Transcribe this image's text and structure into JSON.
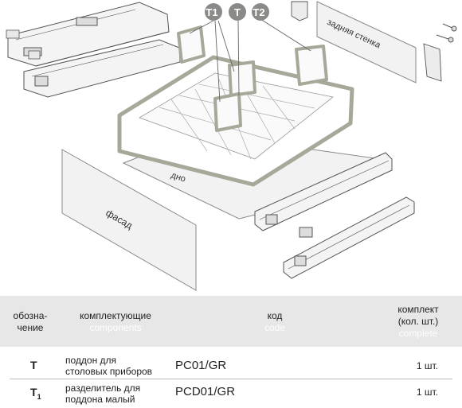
{
  "diagram": {
    "markers": [
      "T1",
      "T",
      "T2"
    ],
    "labels": {
      "back_wall": "задняя стенка",
      "bottom": "дно",
      "front": "фасад"
    }
  },
  "table": {
    "headers": {
      "designation": [
        "обозна-",
        "чение"
      ],
      "components_ru": "комплектующие",
      "components_en": "components",
      "code_ru": "код",
      "code_en": "code",
      "set_ru": [
        "комплект",
        "(кол. шт.)"
      ],
      "set_en": "complete"
    },
    "rows": [
      {
        "symbol": "T",
        "sub": "",
        "name": [
          "поддон для",
          "столовых приборов"
        ],
        "code": "PC01/GR",
        "qty": "1 шт."
      },
      {
        "symbol": "T",
        "sub": "1",
        "name": [
          "разделитель для",
          "поддона малый"
        ],
        "code": "PCD01/GR",
        "qty": "1 шт."
      }
    ]
  },
  "colors": {
    "highlight": "#a8a89a",
    "marker": "#8a8a88",
    "panel": "#f2f2f2",
    "header_bg": "#e7e7e8"
  }
}
